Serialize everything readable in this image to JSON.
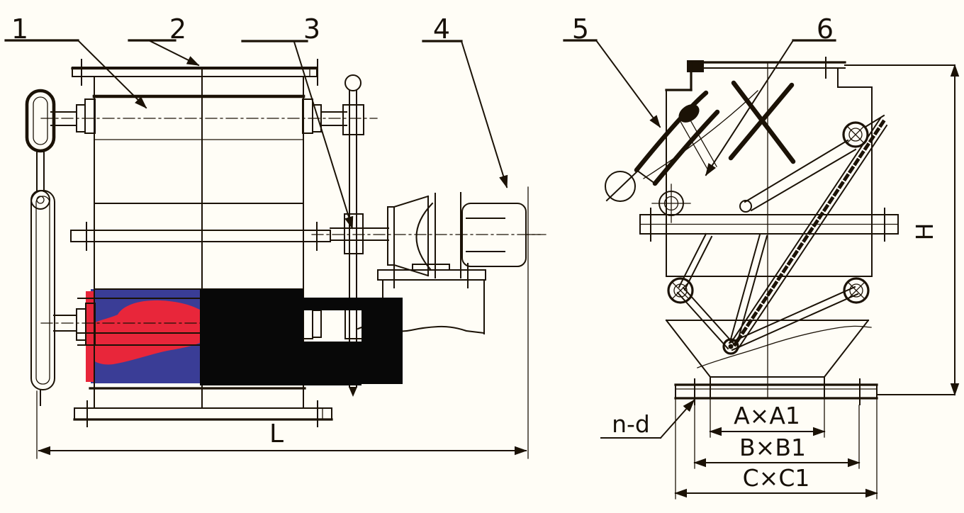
{
  "callouts": [
    {
      "label": "1"
    },
    {
      "label": "2"
    },
    {
      "label": "3"
    },
    {
      "label": "4"
    },
    {
      "label": "5"
    },
    {
      "label": "6"
    }
  ],
  "dimensions": {
    "overall_length": "L",
    "overall_height": "H",
    "bolt_holes": "n-d",
    "dim_inner": "A×A1",
    "dim_middle": "B×B1",
    "dim_outer": "C×C1"
  },
  "colors": {
    "line": "#1b1206",
    "background": "#fffdf6",
    "overlay_blue": "#3a3d96",
    "overlay_red": "#e8263a",
    "overlay_black": "#080808"
  }
}
